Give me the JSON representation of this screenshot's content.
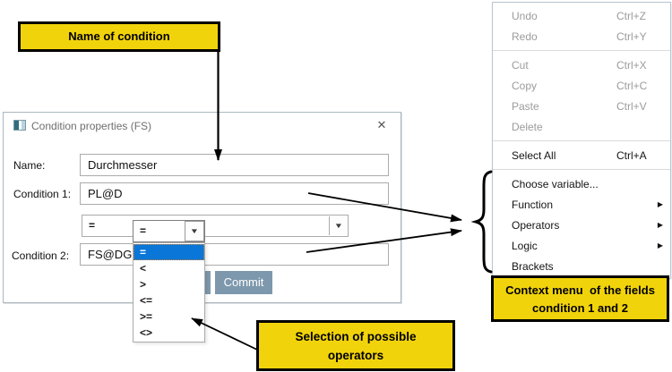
{
  "dialog": {
    "title": "Condition properties (FS)",
    "close_glyph": "✕",
    "name_label": "Name:",
    "name_value": "Durchmesser",
    "condition1_label": "Condition 1:",
    "condition1_value": "PL@D",
    "condition2_label": "Condition 2:",
    "condition2_value": "FS@DG",
    "operator_value": "=",
    "dropdown_glyph": "▼",
    "commit_label": "Commit"
  },
  "operator_dropdown": {
    "value": "=",
    "selected_index": 0,
    "options": [
      "=",
      "<",
      ">",
      "<=",
      ">=",
      "<>"
    ]
  },
  "context_menu": {
    "submenu_glyph": "▶",
    "items": [
      {
        "label": "Undo",
        "shortcut": "Ctrl+Z",
        "enabled": false
      },
      {
        "label": "Redo",
        "shortcut": "Ctrl+Y",
        "enabled": false
      },
      {
        "label": "Cut",
        "shortcut": "Ctrl+X",
        "enabled": false
      },
      {
        "label": "Copy",
        "shortcut": "Ctrl+C",
        "enabled": false
      },
      {
        "label": "Paste",
        "shortcut": "Ctrl+V",
        "enabled": false
      },
      {
        "label": "Delete",
        "shortcut": "",
        "enabled": false
      },
      {
        "label": "Select All",
        "shortcut": "Ctrl+A",
        "enabled": true
      },
      {
        "label": "Choose variable...",
        "shortcut": "",
        "enabled": true
      },
      {
        "label": "Function",
        "submenu": true,
        "enabled": true
      },
      {
        "label": "Operators",
        "submenu": true,
        "enabled": true
      },
      {
        "label": "Logic",
        "submenu": true,
        "enabled": true
      },
      {
        "label": "Brackets",
        "submenu": false,
        "enabled": true
      }
    ]
  },
  "callouts": {
    "name": "Name of condition",
    "context_line1": "Context menu  of the fields",
    "context_line2": "condition 1 and 2",
    "operators_line1": "Selection of possible",
    "operators_line2": "operators"
  },
  "colors": {
    "callout_yellow": "#f1d30b",
    "button_blue": "#7d98ac",
    "selection_blue": "#0a76d8"
  }
}
